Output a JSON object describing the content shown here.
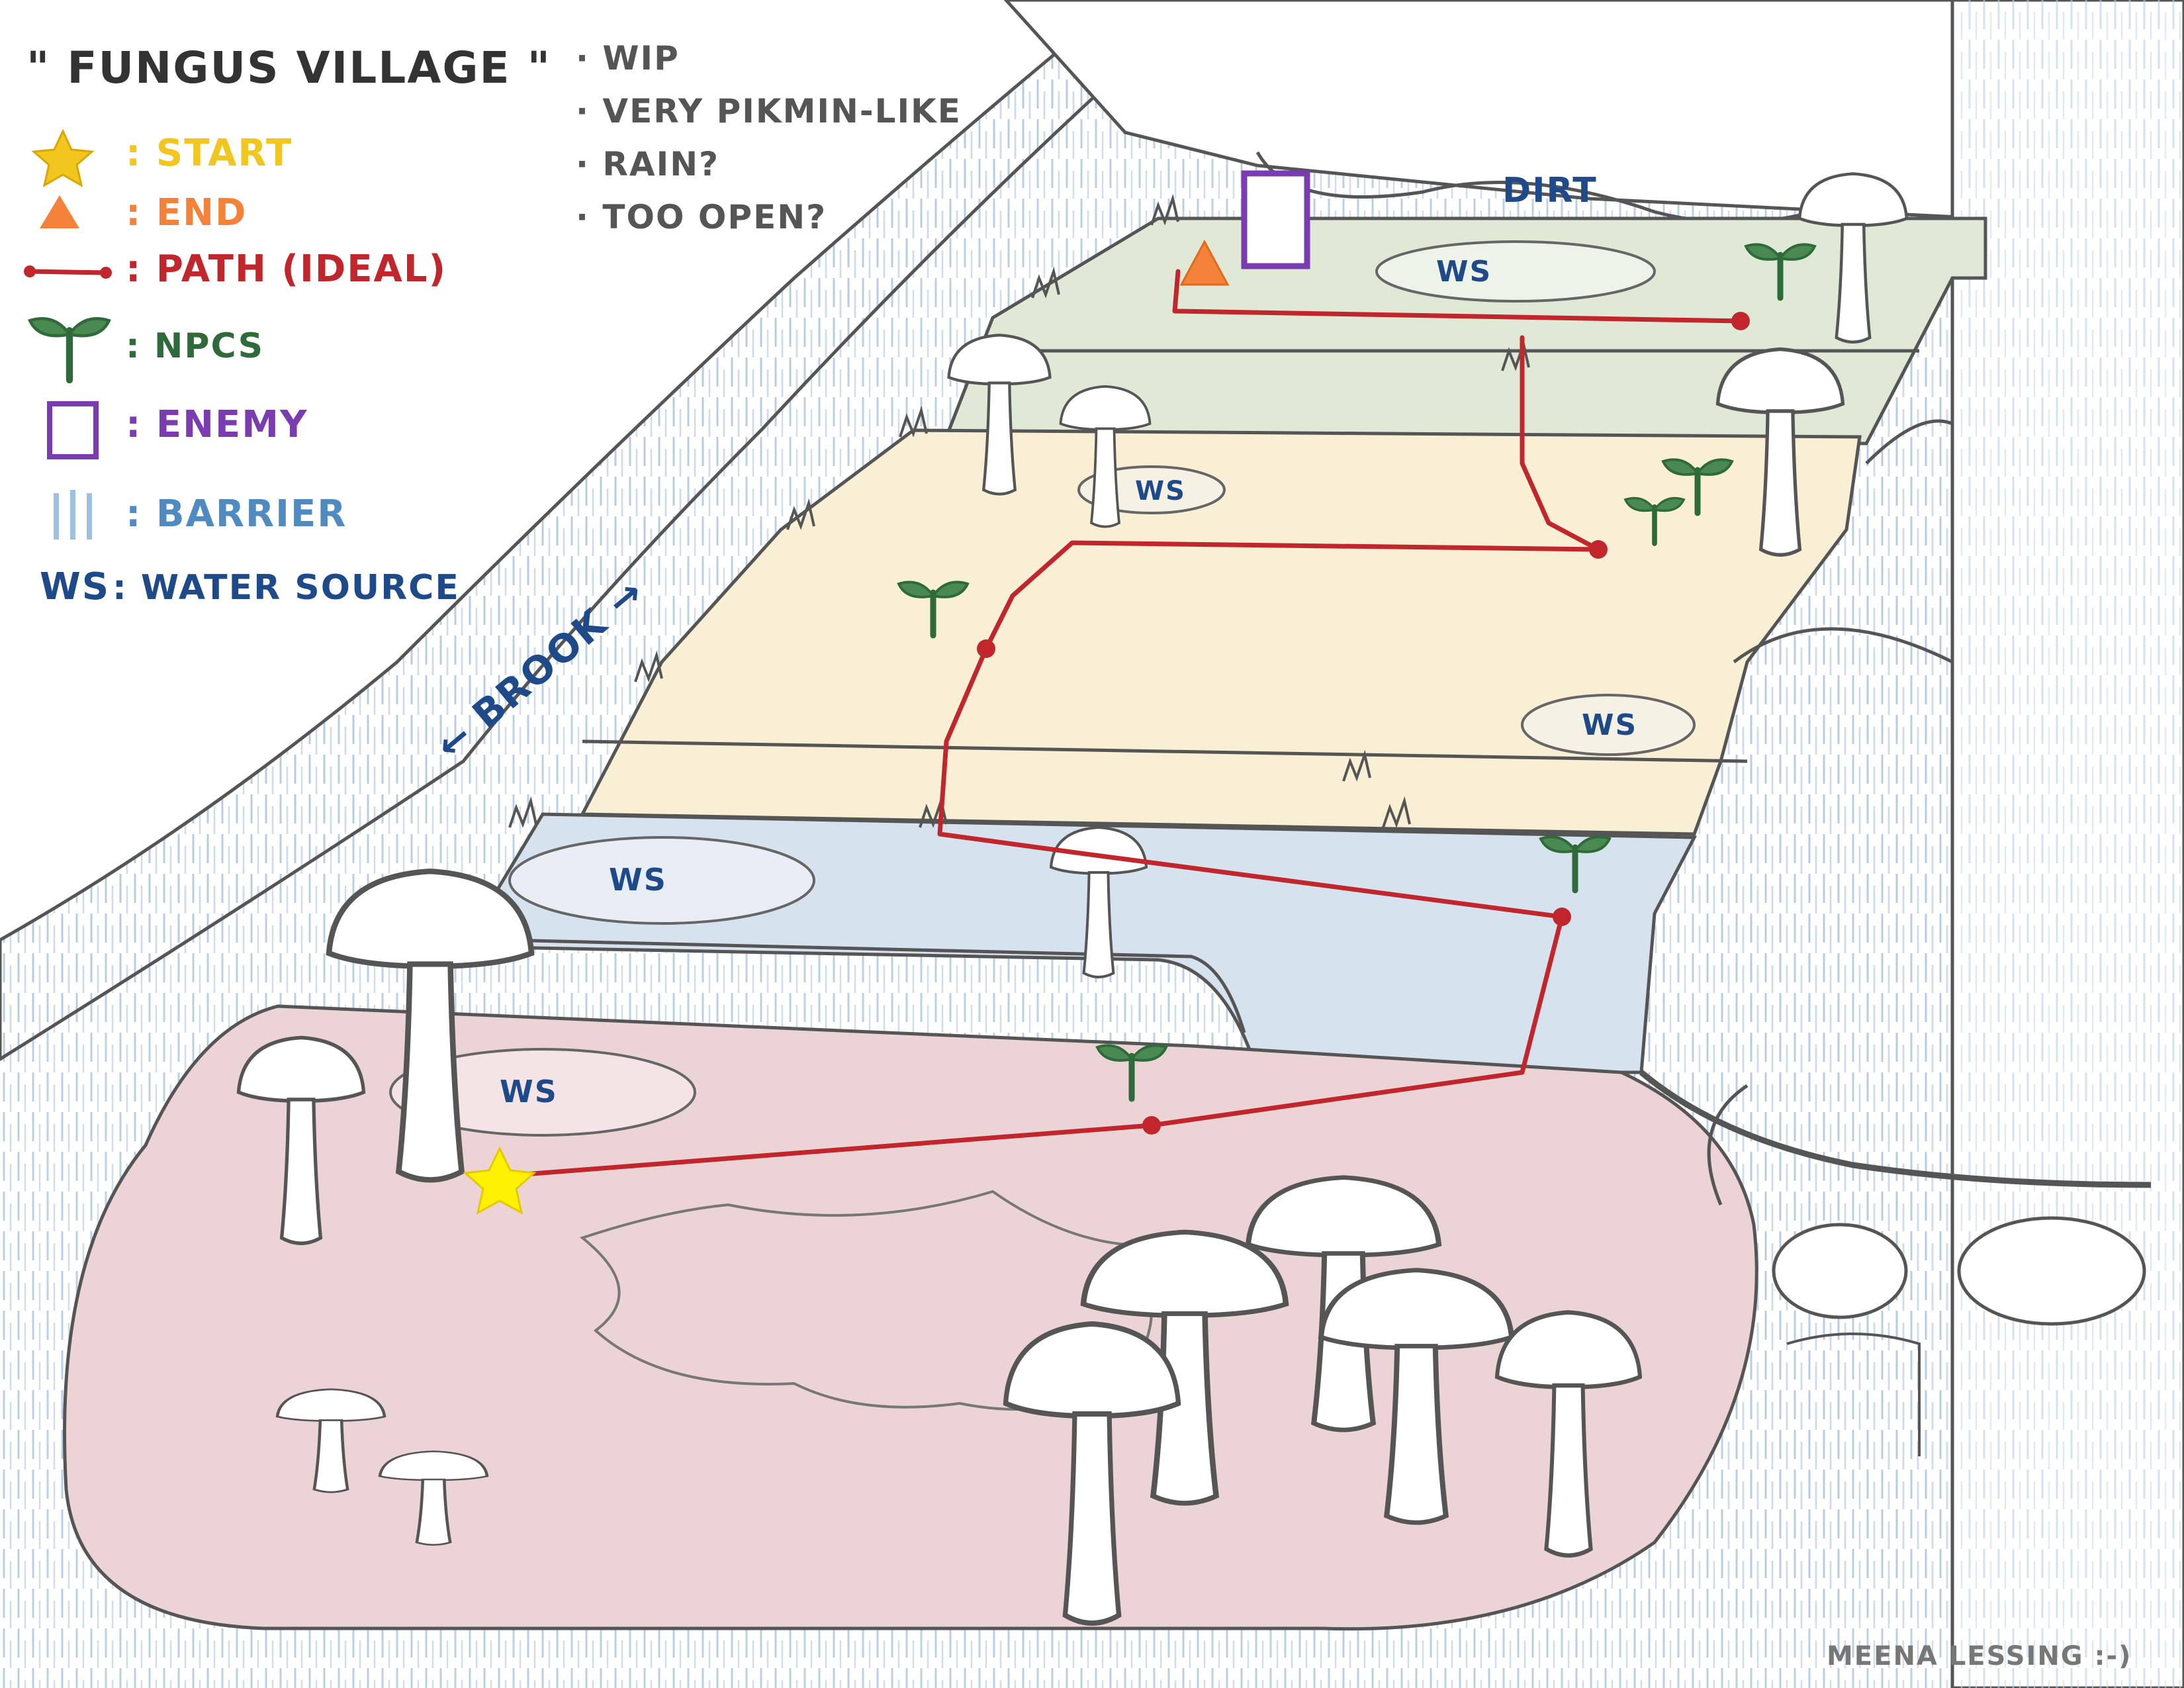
{
  "title": "\" FUNGUS VILLAGE \"",
  "legend": {
    "start": {
      "label": ": START",
      "color": "#f3c51f",
      "icon": "star-icon"
    },
    "end": {
      "label": ": END",
      "color": "#f4823a",
      "icon": "triangle-icon"
    },
    "path": {
      "label": ": PATH (IDEAL)",
      "color": "#c0262c",
      "icon": "path-line-icon"
    },
    "npcs": {
      "label": ": NPCS",
      "color": "#2f6b3a",
      "icon": "sprout-icon"
    },
    "enemy": {
      "label": ": ENEMY",
      "color": "#7a3cb0",
      "icon": "square-outline-icon"
    },
    "barrier": {
      "label": ": BARRIER",
      "color": "#4f8bc0",
      "icon": "vertical-lines-icon"
    },
    "water_source": {
      "abbr": "WS",
      "label": ": WATER SOURCE",
      "color": "#1e4a8a"
    }
  },
  "notes": [
    "· WIP",
    "· VERY PIKMIN-LIKE",
    "· RAIN?",
    "· TOO OPEN?"
  ],
  "map_labels": {
    "dirt": "DIRT",
    "brook": "BROOK",
    "ws": "WS"
  },
  "credit": "MEENA LESSING :-)",
  "colors": {
    "tier_green": "#dfe9d6",
    "tier_yellow": "#f8efd5",
    "tier_blue": "#d7e2ef",
    "tier_pink": "#ecd3d6",
    "barrier_hatch": "#b8cde4",
    "path_red": "#c0262c",
    "sketch": "#555555"
  }
}
